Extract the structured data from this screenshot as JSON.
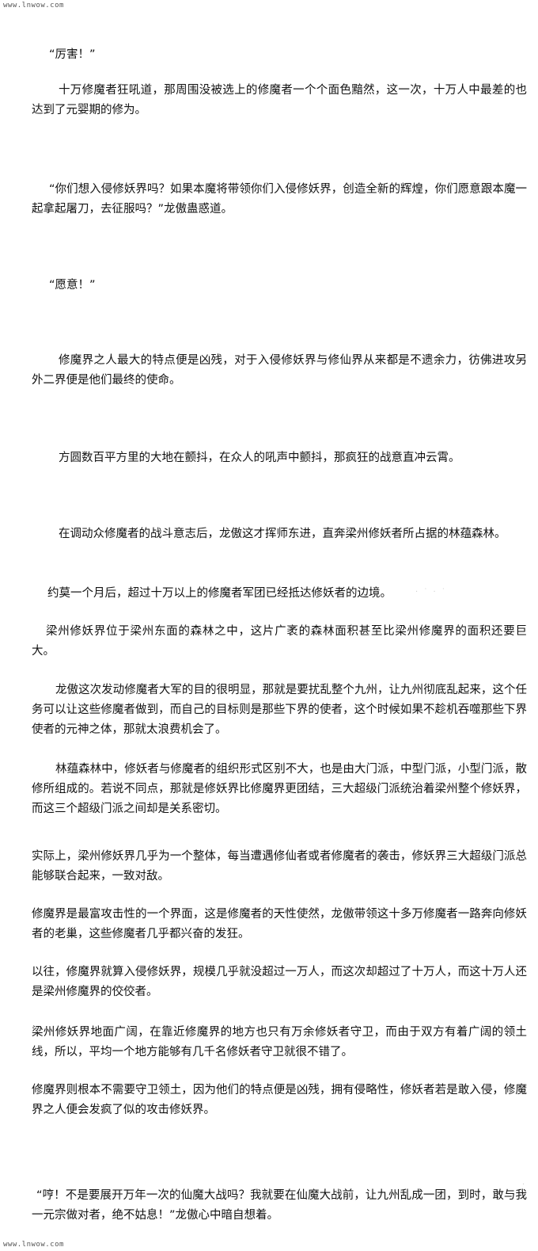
{
  "watermark": {
    "top": "www.lnwow.com",
    "bottom": "www.lnwow.com"
  },
  "paragraphs": [
    "“厉害！”",
    "十万修魔者狂吼道，那周围没被选上的修魔者一个个面色黯然，这一次，十万人中最差的也达到了元婴期的修为。",
    "“你们想入侵修妖界吗？如果本魔将带领你们入侵修妖界，创造全新的辉煌，你们愿意跟本魔一起拿起屠刀，去征服吗？”龙傲蛊惑道。",
    "“愿意！”",
    "修魔界之人最大的特点便是凶残，对于入侵修妖界与修仙界从来都是不遗余力，彷佛进攻另外二界便是他们最终的使命。",
    "方圆数百平方里的大地在颤抖，在众人的吼声中颤抖，那疯狂的战意直冲云霄。",
    "在调动众修魔者的战斗意志后，龙傲这才挥师东进，直奔梁州修妖者所占据的林蕴森林。",
    "约莫一个月后，超过十万以上的修魔者军团已经抵达修妖者的边境。",
    "梁州修妖界位于梁州东面的森林之中，这片广袤的森林面积甚至比梁州修魔界的面积还要巨大。",
    "龙傲这次发动修魔者大军的目的很明显，那就是要扰乱整个九州，让九州彻底乱起来，这个任务可以让这些修魔者做到，而自己的目标则是那些下界的使者，这个时候如果不趁机吞噬那些下界使者的元神之体，那就太浪费机会了。",
    "林蕴森林中，修妖者与修魔者的组织形式区别不大，也是由大门派，中型门派，小型门派，散修所组成的。若说不同点，那就是修妖界比修魔界更团结，三大超级门派统治着梁州整个修妖界，而这三个超级门派之间却是关系密切。",
    "实际上，梁州修妖界几乎为一个整体，每当遭遇修仙者或者修魔者的袭击，修妖界三大超级门派总能够联合起来，一致对敌。",
    "修魔界是最富攻击性的一个界面，这是修魔者的天性使然，龙傲带领这十多万修魔者一路奔向修妖者的老巢，这些修魔者几乎都兴奋的发狂。",
    "以往，修魔界就算入侵修妖界，规模几乎就没超过一万人，而这次却超过了十万人，而这十万人还是梁州修魔界的佼佼者。",
    "梁州修妖界地面广阔，在靠近修魔界的地方也只有万余修妖者守卫，而由于双方有着广阔的领土线，所以，平均一个地方能够有几千名修妖者守卫就很不错了。",
    "修魔界则根本不需要守卫领土，因为他们的特点便是凶残，拥有侵略性，修妖者若是敢入侵，修魔界之人便会发疯了似的攻击修妖界。",
    "“哼！不是要展开万年一次的仙魔大战吗？我就要在仙魔大战前，让九州乱成一团，到时，敢与我一元宗做对者，绝不姑息！”龙傲心中暗自想着。"
  ]
}
